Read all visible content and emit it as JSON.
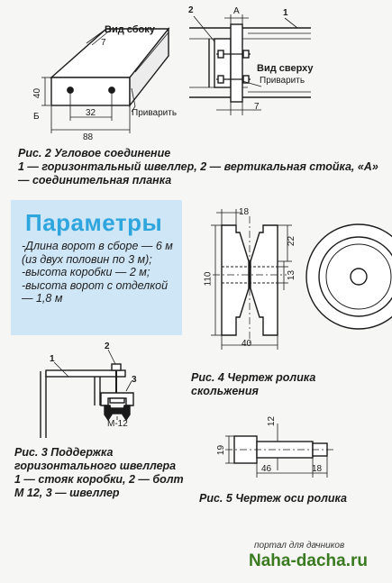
{
  "fig2": {
    "caption_title": "Рис. 2 Угловое соединение",
    "caption_body": "1 — горизонтальный швеллер, 2 — вертикальная стойка, «А» — соединительная планка",
    "side_view": "Вид сбоку",
    "top_view": "Вид сверху",
    "weld_left": "Приварить",
    "weld_right": "Приварить",
    "dim_7_left": "7",
    "dim_40": "40",
    "dim_b": "Б",
    "dim_32": "32",
    "dim_88": "88",
    "label_2": "2",
    "label_a": "А",
    "label_1": "1",
    "dim_7_right": "7"
  },
  "params": {
    "title": "Параметры",
    "items": [
      "-Длина ворот в сборе — 6 м (из двух половин по 3 м);",
      "-высота коробки — 2 м;",
      "-высота ворот с отделкой — 1,8 м"
    ]
  },
  "fig3": {
    "caption_title": "Рис. 3 Поддержка горизонтального швеллера",
    "caption_body": "1 — стояк коробки, 2 — болт М 12, 3 — швеллер",
    "label_1": "1",
    "label_2": "2",
    "label_3": "3",
    "bolt": "М-12"
  },
  "fig4": {
    "caption": "Рис. 4 Чертеж ролика скольжения",
    "dim_18": "18",
    "dim_22": "22",
    "dim_110": "110",
    "dim_13": "13",
    "dim_40": "40"
  },
  "fig5": {
    "caption": "Рис. 5 Чертеж оси ролика",
    "dim_12": "12",
    "dim_19": "19",
    "dim_46": "46",
    "dim_18": "18"
  },
  "watermark": {
    "tagline": "портал для дачников",
    "site": "Naha-dacha.ru"
  }
}
